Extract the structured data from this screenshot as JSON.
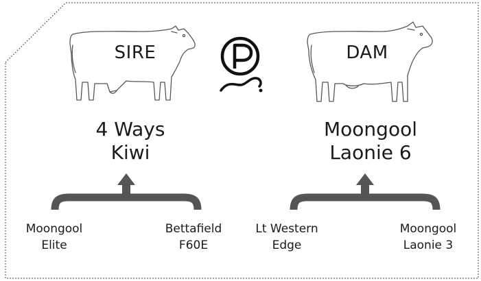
{
  "sire": {
    "label": "SIRE",
    "name_line1": "4 Ways",
    "name_line2": "Kiwi",
    "parent_left": {
      "line1": "Moongool",
      "line2": "Elite"
    },
    "parent_right": {
      "line1": "Bettafield",
      "line2": "F60E"
    }
  },
  "dam": {
    "label": "DAM",
    "name_line1": "Moongool",
    "name_line2": "Laonie 6",
    "parent_left": {
      "line1": "Lt Western",
      "line2": "Edge"
    },
    "parent_right": {
      "line1": "Moongool",
      "line2": "Laonie 3"
    }
  },
  "center_icon": "polled-p-icon",
  "colors": {
    "ink": "#1a1a1a",
    "brace": "#555555",
    "border": "#333333"
  }
}
